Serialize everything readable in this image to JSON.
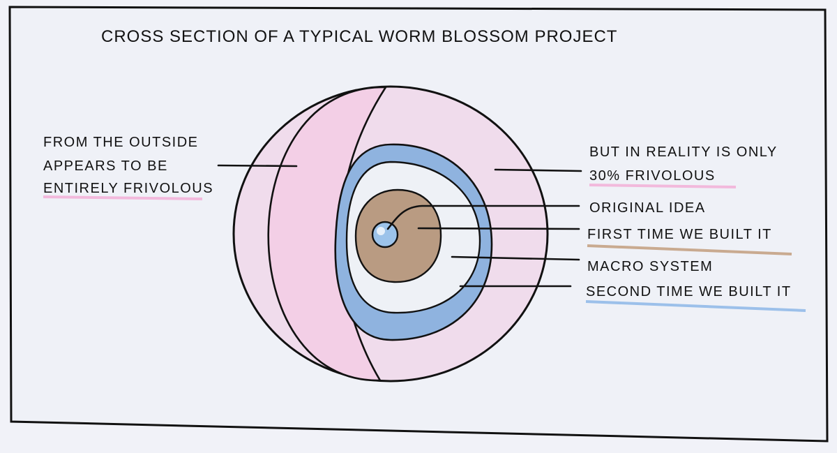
{
  "title": "CROSS SECTION OF A TYPICAL WORM BLOSSOM PROJECT",
  "left_label": {
    "lines": [
      "FROM THE OUTSIDE",
      "APPEARS TO BE",
      "ENTIRELY FRIVOLOUS"
    ]
  },
  "right_labels": {
    "reality": [
      "BUT IN REALITY IS ONLY",
      "30% FRIVOLOUS"
    ],
    "original_idea": "ORIGINAL IDEA",
    "first_build": "FIRST TIME WE BUILT IT",
    "macro_system": "MACRO SYSTEM",
    "second_build": "SECOND TIME WE BUILT IT"
  },
  "colors": {
    "paper": "#f1f2f8",
    "frivolous_pink": "#f3d3ea",
    "inner_pink": "#f0dcec",
    "blue_ring": "#8fb3df",
    "macro_light": "#eef1f6",
    "brown_core": "#b99b82",
    "idea_blue": "#9cc3ea"
  }
}
